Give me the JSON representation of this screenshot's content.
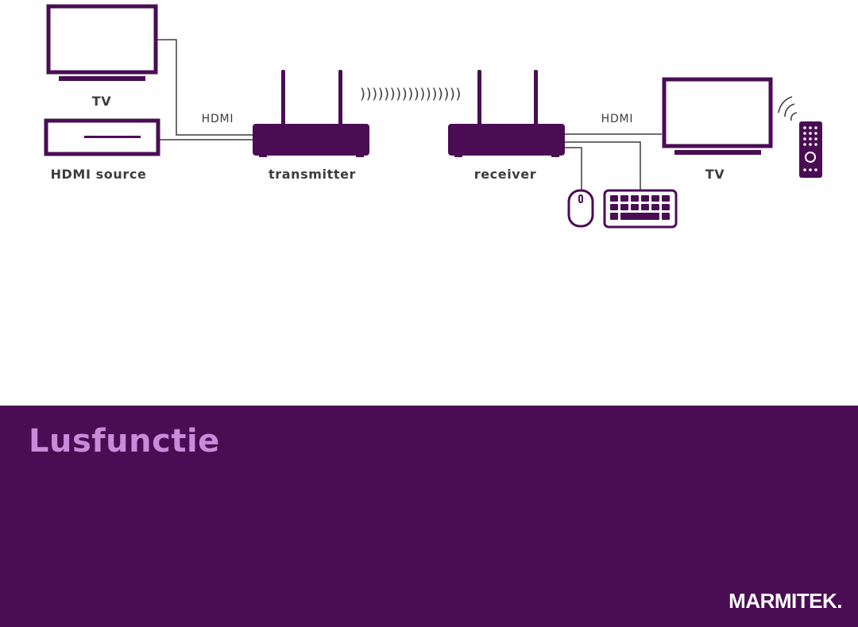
{
  "colors": {
    "device": "#4a0d54",
    "cable": "#3d3d3d",
    "footer_bg": "#4a0c53",
    "title": "#c88ad9",
    "white": "#ffffff"
  },
  "labels": {
    "tv_left": "TV",
    "hdmi_source": "HDMI source",
    "transmitter": "transmitter",
    "receiver": "receiver",
    "tv_right": "TV",
    "hdmi_left": "HDMI",
    "hdmi_right": "HDMI",
    "wireless_signal": ")))))))))))))))))"
  },
  "icons": [
    "tv-icon",
    "hdmi-source-box-icon",
    "transmitter-icon",
    "receiver-icon",
    "tv-icon",
    "remote-control-icon",
    "infrared-signal-icon",
    "mouse-icon",
    "keyboard-icon"
  ],
  "footer": {
    "title": "Lusfunctie",
    "brand": "MARMITEK."
  }
}
